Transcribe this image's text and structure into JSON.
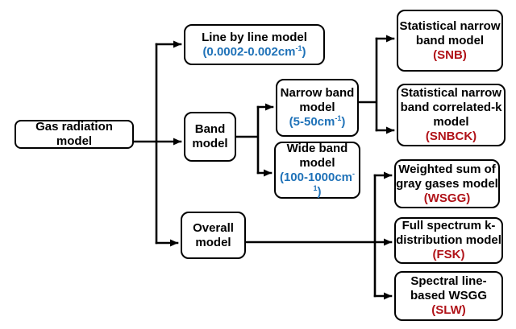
{
  "colors": {
    "box_border": "#000000",
    "box_fill": "#ffffff",
    "connector": "#000000",
    "range_text": "#1f72b8",
    "abbrev_text": "#b01218"
  },
  "nodes": {
    "gas": {
      "title_lines": [
        "Gas radiation model"
      ]
    },
    "line_by_line": {
      "title_lines": [
        "Line by line model"
      ],
      "range": {
        "open": "(0.0002-0.002cm",
        "sup": "-1",
        "close": ")"
      }
    },
    "band": {
      "title_lines": [
        "Band",
        "model"
      ]
    },
    "narrow_band": {
      "title_lines": [
        "Narrow band",
        "model"
      ],
      "range": {
        "open": "(5-50cm",
        "sup": "-1",
        "close": ")"
      }
    },
    "wide_band": {
      "title_lines": [
        "Wide band",
        "model"
      ],
      "range": {
        "open": "(100-1000cm",
        "sup": "-1",
        "close": ")"
      }
    },
    "overall": {
      "title_lines": [
        "Overall",
        "model"
      ]
    },
    "snb": {
      "title_lines": [
        "Statistical narrow",
        "band model"
      ],
      "abbrev": "(SNB)"
    },
    "snbck": {
      "title_lines": [
        "Statistical narrow",
        "band correlated-k",
        "model"
      ],
      "abbrev": "(SNBCK)"
    },
    "wsgg": {
      "title_lines": [
        "Weighted sum of",
        "gray gases model"
      ],
      "abbrev": "(WSGG)"
    },
    "fsk": {
      "title_lines": [
        "Full spectrum k-",
        "distribution model"
      ],
      "abbrev": "(FSK)"
    },
    "slw": {
      "title_lines": [
        "Spectral line-",
        "based WSGG"
      ],
      "abbrev": "(SLW)"
    }
  }
}
